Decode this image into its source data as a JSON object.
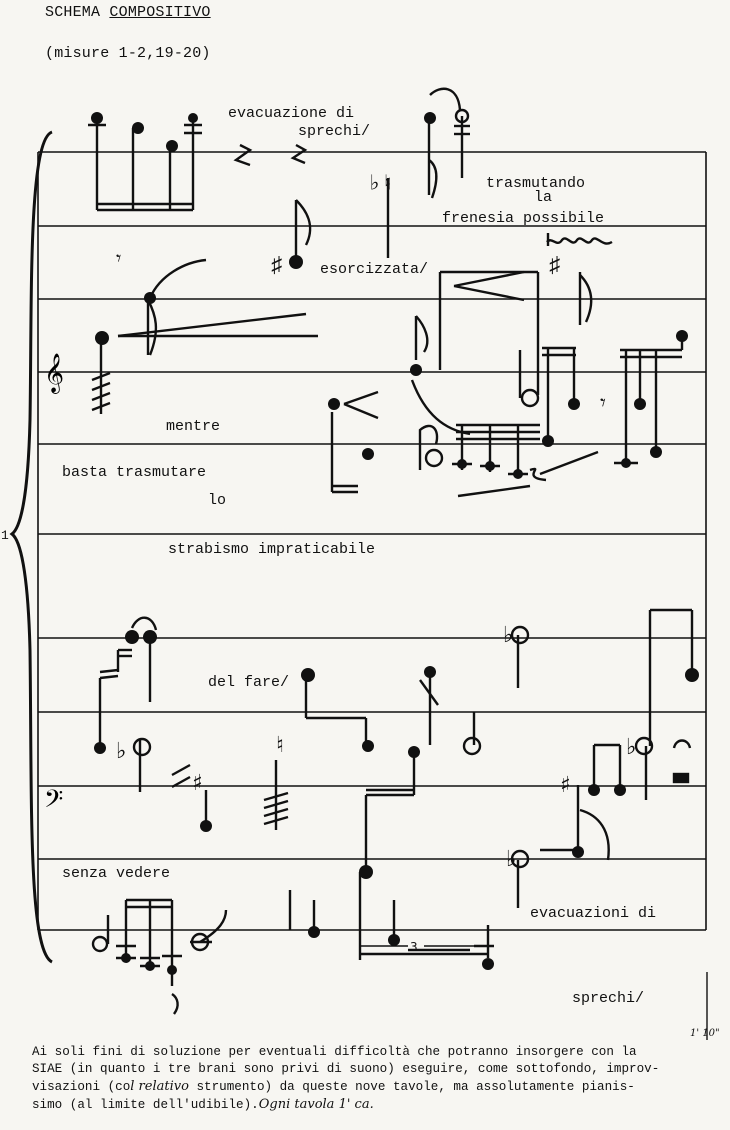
{
  "header": {
    "title_a": "SCHEMA",
    "title_b": "COMPOSITIVO",
    "subtitle": "(misure 1-2,19-20)"
  },
  "score_text": {
    "t1": "evacuazione di",
    "t2": "sprechi/",
    "t3": "trasmutando",
    "t4": "la",
    "t5": "frenesia possibile",
    "t6": "esorcizzata/",
    "t7": "mentre",
    "t8": "basta trasmutare",
    "t9": "lo",
    "t10": "strabismo impraticabile",
    "t11": "del fare/",
    "t12": "senza vedere",
    "t13": "evacuazioni di",
    "t14": "sprechi/",
    "system_number": "1",
    "duration_mark": "1' 10\""
  },
  "footer": {
    "line1": "Ai soli fini di soluzione per eventuali difficoltà che potranno insorgere con la",
    "line2": "SIAE (in quanto i tre brani sono privi di suono) eseguire, come sottofondo, improv-",
    "line3a": "visazioni (co",
    "line3b": "l relativo",
    "line3c": " strumento) da queste nove tavole, ma assolutamente pianis-",
    "line4a": "simo (al limite dell'udibile).",
    "line4b": "Ogni tavola 1' ca."
  }
}
